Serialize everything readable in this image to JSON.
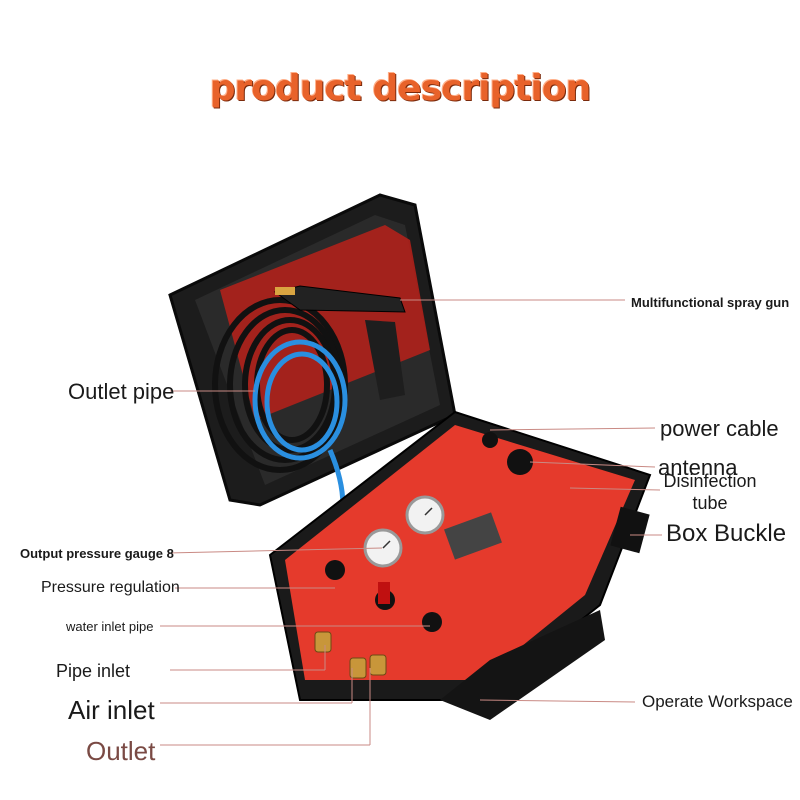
{
  "title": "product description",
  "labels": {
    "spray_gun": "Multifunctional spray gun",
    "outlet_pipe": "Outlet pipe",
    "power_cable": "power cable",
    "antenna": "antenna",
    "disinfection_tube": "Disinfection\ntube",
    "box_buckle": "Box Buckle",
    "output_gauge": "Output pressure gauge 8",
    "pressure_regulation": "Pressure regulation",
    "water_inlet_pipe": "water inlet pipe",
    "pipe_inlet": "Pipe inlet",
    "air_inlet": "Air inlet",
    "outlet": "Outlet",
    "operate_workspace": "Operate Workspace"
  },
  "colors": {
    "title": "#e8622a",
    "panel": "#e53a2c",
    "case": "#1c1c1c",
    "hose_blue": "#2a8fe0",
    "leader_line": "#c98a84",
    "outlet_label": "#7a4a44"
  }
}
